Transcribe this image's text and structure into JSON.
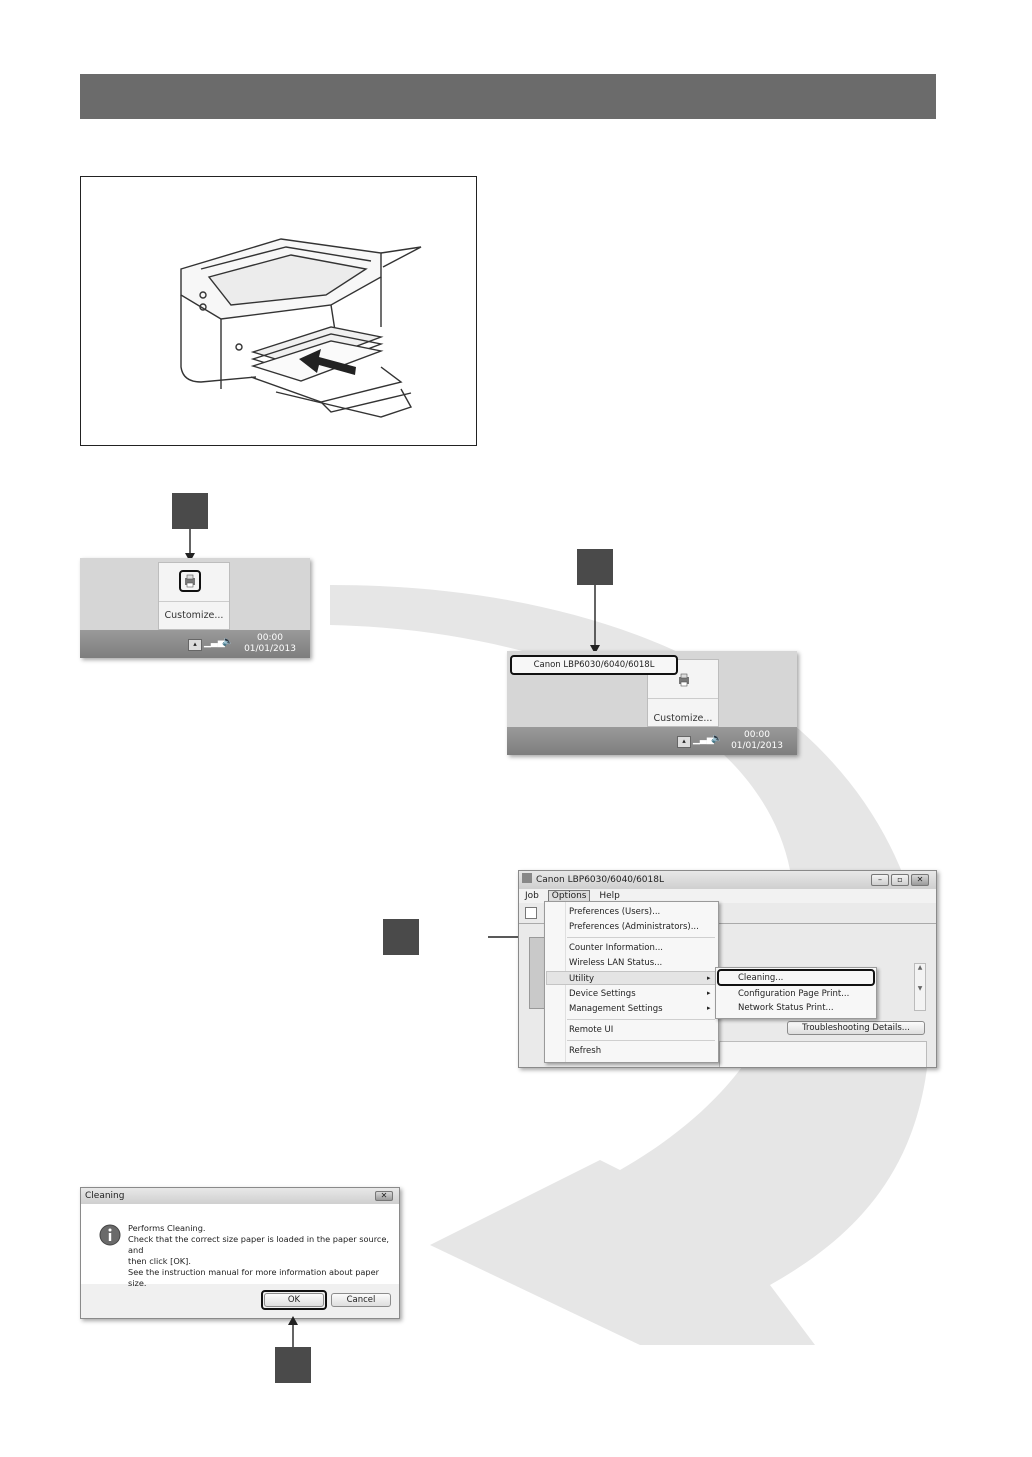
{
  "colors": {
    "header_bar": "#6b6b6b",
    "step_box": "#4a4a4a",
    "flow_arrow": "#e6e6e6"
  },
  "tray1": {
    "customize": "Customize...",
    "time": "00:00",
    "date": "01/01/2013"
  },
  "tray2": {
    "tooltip": "Canon LBP6030/6040/6018L",
    "customize": "Customize...",
    "time": "00:00",
    "date": "01/01/2013"
  },
  "window": {
    "title": "Canon LBP6030/6040/6018L",
    "menubar": [
      "Job",
      "Options",
      "Help"
    ],
    "options_menu": [
      "Preferences (Users)...",
      "Preferences (Administrators)...",
      "Counter Information...",
      "Wireless LAN Status...",
      "Utility",
      "Device Settings",
      "Management Settings",
      "Remote UI",
      "Refresh"
    ],
    "utility_submenu": [
      "Cleaning...",
      "Configuration Page Print...",
      "Network Status Print..."
    ],
    "troubleshooting": "Troubleshooting Details..."
  },
  "dialog": {
    "title": "Cleaning",
    "line1": "Performs Cleaning.",
    "line2": "Check that the correct size paper is loaded in the paper source, and",
    "line3": "then click [OK].",
    "line4": "See the instruction manual for more information about paper size.",
    "ok": "OK",
    "cancel": "Cancel"
  }
}
